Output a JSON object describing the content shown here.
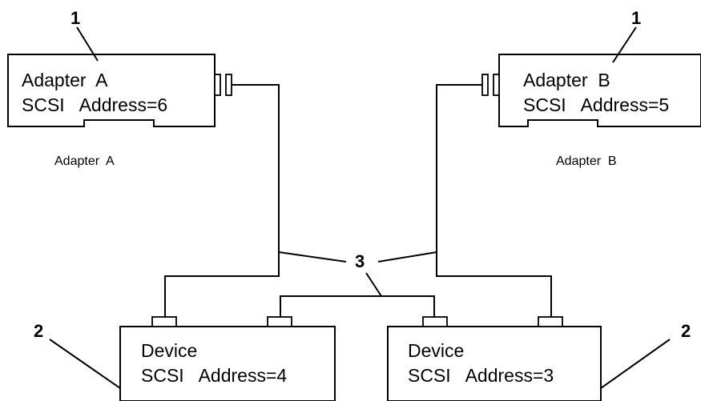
{
  "adapter_a": {
    "line1": "Adapter  A",
    "line2": "SCSI   Address=6",
    "caption": "Adapter  A"
  },
  "adapter_b": {
    "line1": "Adapter  B",
    "line2": "SCSI   Address=5",
    "caption": "Adapter  B"
  },
  "device_left": {
    "line1": "Device",
    "line2": "SCSI   Address=4"
  },
  "device_right": {
    "line1": "Device",
    "line2": "SCSI   Address=3"
  },
  "callouts": {
    "adapter_a": "1",
    "adapter_b": "1",
    "device_left": "2",
    "device_right": "2",
    "cables": "3"
  }
}
